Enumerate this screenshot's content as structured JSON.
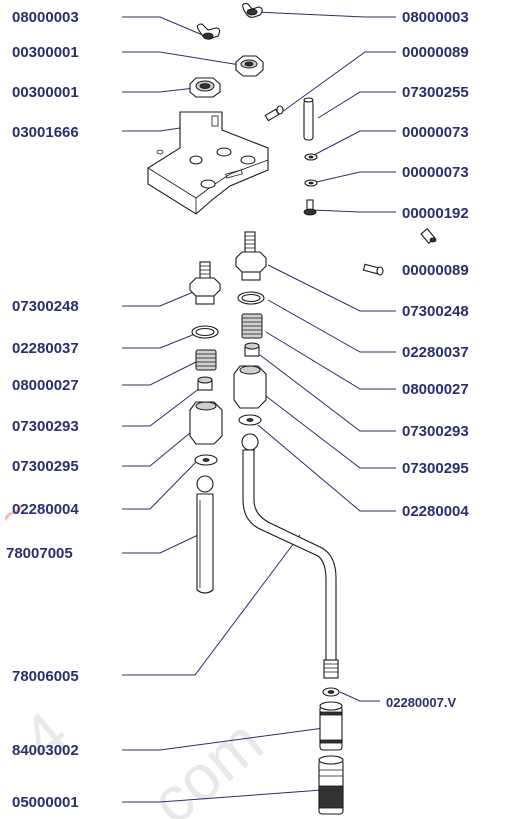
{
  "watermark": {
    "text_a": "4",
    "text_b": "com"
  },
  "labels_left": [
    "08000003",
    "00300001",
    "00300001",
    "03001666",
    "07300248",
    "02280037",
    "08000027",
    "07300293",
    "07300295",
    "02280004",
    "78007005",
    "78006005",
    "84003002",
    "05000001"
  ],
  "labels_right": [
    "08000003",
    "00000089",
    "07300255",
    "00000073",
    "00000073",
    "00000192",
    "00000089",
    "07300248",
    "02280037",
    "08000027",
    "07300293",
    "07300295",
    "02280004",
    "02280007.V"
  ],
  "colors": {
    "label": "#2a2e6e",
    "line": "#1a1a1a",
    "watermark_red": "#f4b8b8"
  }
}
